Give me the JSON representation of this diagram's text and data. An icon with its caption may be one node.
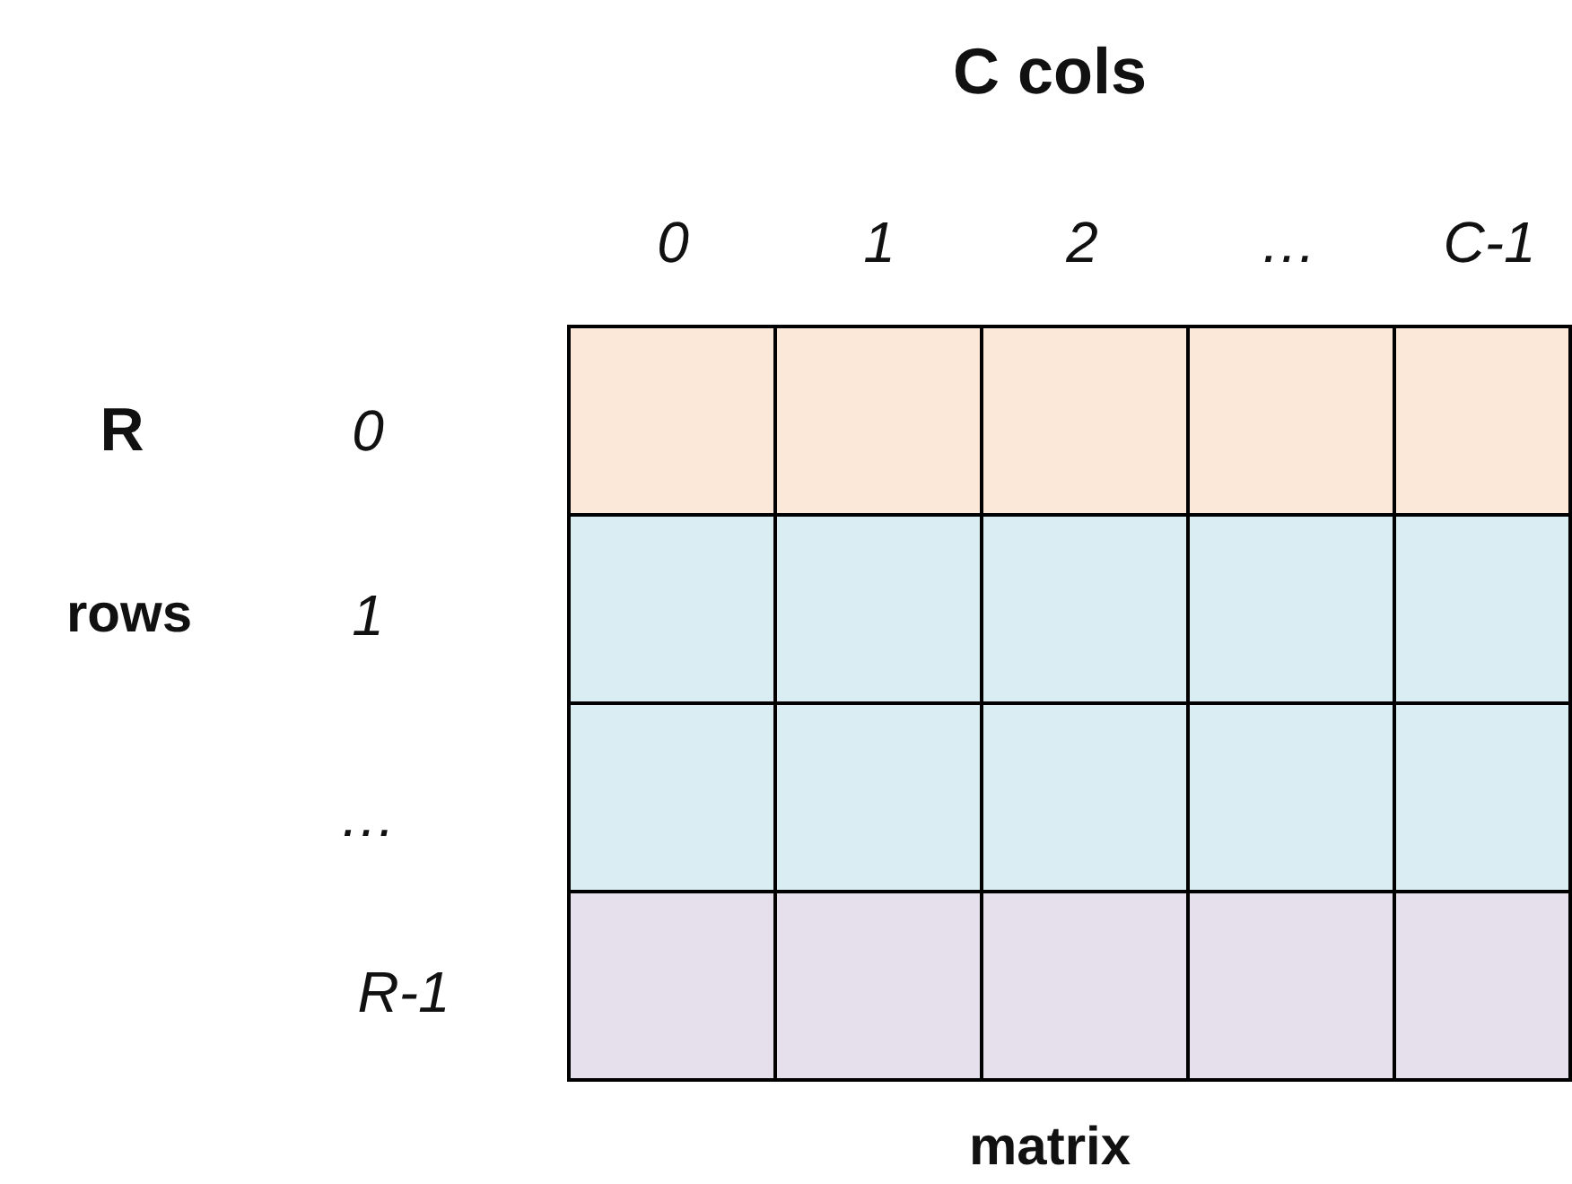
{
  "diagram": {
    "labels": [
      "C cols",
      "0",
      "1",
      "2",
      "…",
      "C-1",
      "R",
      "0",
      "rows",
      "1",
      "…",
      "R-1",
      "matrix"
    ]
  }
}
